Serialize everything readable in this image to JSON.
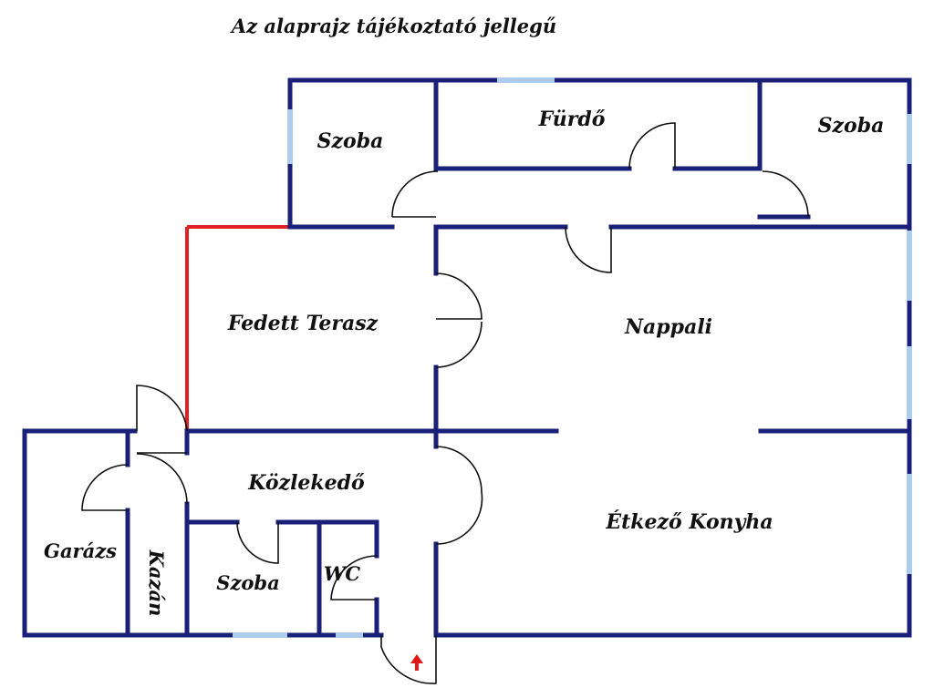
{
  "header": {
    "title": "Az alaprajz tájékoztató jellegű"
  },
  "rooms": {
    "szoba_top_left": "Szoba",
    "furdo": "Fürdő",
    "szoba_top_right": "Szoba",
    "fedett_terasz": "Fedett Terasz",
    "nappali": "Nappali",
    "kozlekedo": "Közlekedő",
    "etkezo_konyha": "Étkező Konyha",
    "garazs": "Garázs",
    "kazan": "Kazán",
    "szoba_bottom": "Szoba",
    "wc": "WC"
  },
  "colors": {
    "wall": "#1a1f78",
    "window": "#aeccec",
    "terrace_edge": "#e02020",
    "entrance_arrow": "#e01818",
    "door_swing": "#111111",
    "label": "#111111"
  },
  "icons": {
    "entrance": "entrance-arrow-icon"
  }
}
